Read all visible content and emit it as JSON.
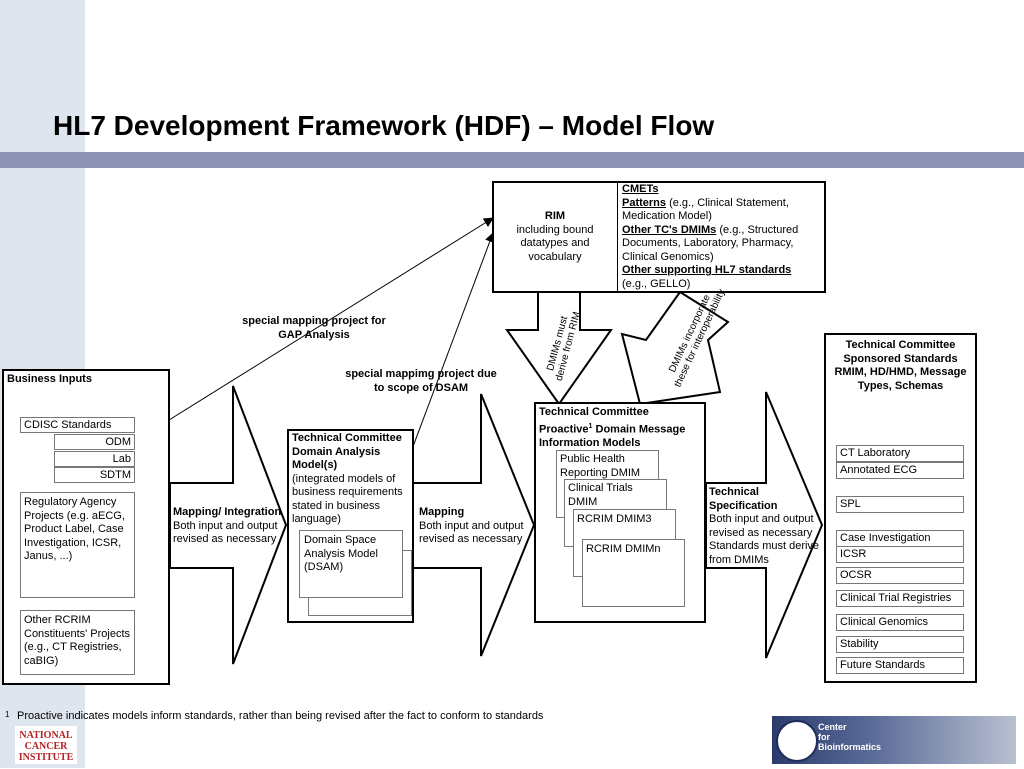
{
  "title": "HL7 Development Framework (HDF) – Model Flow",
  "rim": {
    "title": "RIM",
    "body": "including bound datatypes and vocabulary"
  },
  "cmets": {
    "title": "CMETs",
    "patterns_label": "Patterns",
    "patterns_text": " (e.g., Clinical Statement, Medication Model)",
    "other_tc_label": "Other TC's DMIMs",
    "other_tc_text": " (e.g., Structured Documents, Laboratory, Pharmacy, Clinical Genomics)",
    "other_std_label": "Other supporting HL7 standards",
    "other_std_text": "(e.g., GELLO)"
  },
  "arrow_labels": {
    "dmims_must": "DMIMs must derive from RIM",
    "dmims_incorp": "DMIMs incorporate these for interoperability",
    "gap": "special mapping project for GAP Analysis",
    "dsam": "special mappimg project due to scope of DSAM"
  },
  "business_inputs": {
    "title": "Business Inputs",
    "cdisc": "CDISC Standards",
    "odm": "ODM",
    "lab": "Lab",
    "sdtm": "SDTM",
    "regulatory": "Regulatory Agency Projects (e.g. aECG, Product Label, Case Investigation, ICSR, Janus, ...)",
    "other_rcrim": "Other RCRIM Constituents' Projects (e.g., CT Registries, caBIG)"
  },
  "mapping1": {
    "title": "Mapping/ Integration",
    "body": "Both input and output revised as necessary"
  },
  "tc_domain": {
    "title": "Technical Committee Domain Analysis Model(s)",
    "body": "(integrated models of business requirements stated in business language)",
    "dsam": "Domain Space Analysis Model (DSAM)"
  },
  "mapping2": {
    "title": "Mapping",
    "body": "Both input and output revised as necessary"
  },
  "tc_proactive": {
    "title_a": "Technical Committee Proactive",
    "sup": "1",
    "title_b": "  Domain Message Information Models",
    "m1": "Public Health Reporting DMIM",
    "m2": "Clinical Trials DMIM",
    "m3": "RCRIM DMIM3",
    "m4": "RCRIM DMIMn"
  },
  "tech_spec": {
    "title": "Technical Specification",
    "body": "Both input and output revised  as necessary Standards must derive from DMIMs"
  },
  "tc_sponsored": {
    "title": "Technical Committee Sponsored Standards RMIM, HD/HMD, Message Types, Schemas",
    "items": [
      "CT Laboratory",
      "Annotated ECG",
      "SPL",
      "Case Investigation",
      "ICSR",
      "OCSR",
      "Clinical Trial Registries",
      "Clinical Genomics",
      "Stability",
      "Future Standards"
    ]
  },
  "footnote": {
    "num": "1",
    "text": "Proactive indicates models inform standards, rather than being revised after the fact to conform to standards"
  },
  "logos": {
    "nci": "NATIONAL CANCER INSTITUTE",
    "cbio_1": "Center",
    "cbio_2": "for",
    "cbio_3": "Bioinformatics"
  }
}
